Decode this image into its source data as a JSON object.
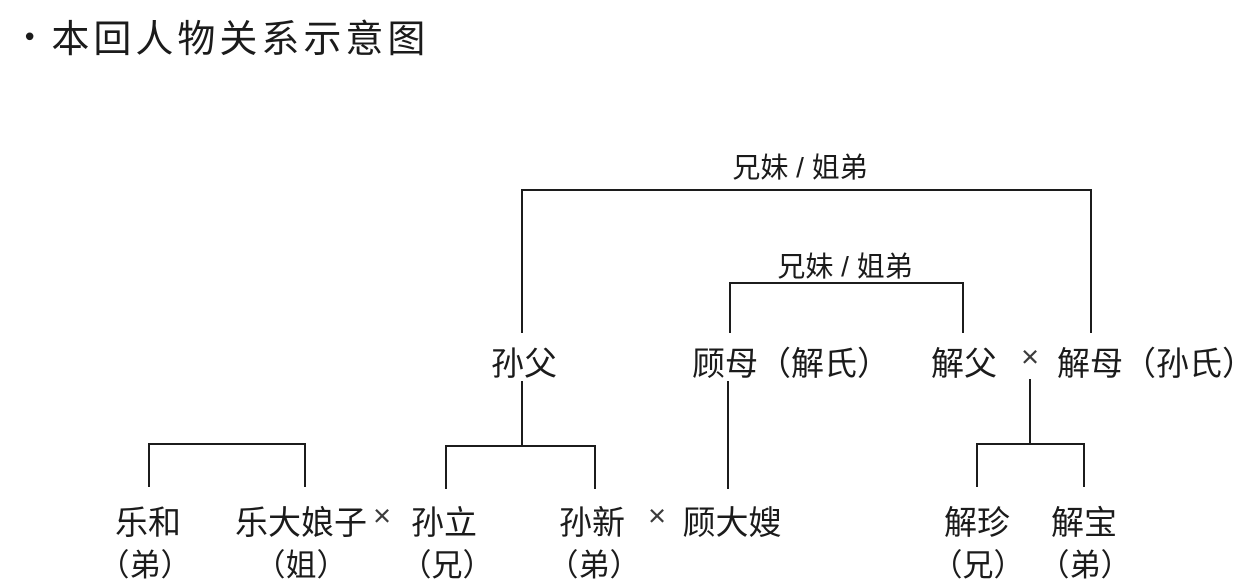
{
  "title": {
    "bullet": "•",
    "text": "本回人物关系示意图"
  },
  "relationship_labels": {
    "outer": "兄妹 / 姐弟",
    "inner": "兄妹 / 姐弟"
  },
  "marriage_symbol": "×",
  "people": {
    "sun_father": {
      "name": "孙父"
    },
    "gu_mother": {
      "name": "顾母（解氏）"
    },
    "xie_father": {
      "name": "解父"
    },
    "xie_mother": {
      "name": "解母（孙氏）"
    },
    "yue_he": {
      "name": "乐和",
      "role": "（弟）"
    },
    "yue_daniangzi": {
      "name": "乐大娘子",
      "role": "（姐）"
    },
    "sun_li": {
      "name": "孙立",
      "role": "（兄）"
    },
    "sun_xin": {
      "name": "孙新",
      "role": "（弟）"
    },
    "gu_dasao": {
      "name": "顾大嫂"
    },
    "xie_zhen": {
      "name": "解珍",
      "role": "（兄）"
    },
    "xie_bao": {
      "name": "解宝",
      "role": "（弟）"
    }
  }
}
